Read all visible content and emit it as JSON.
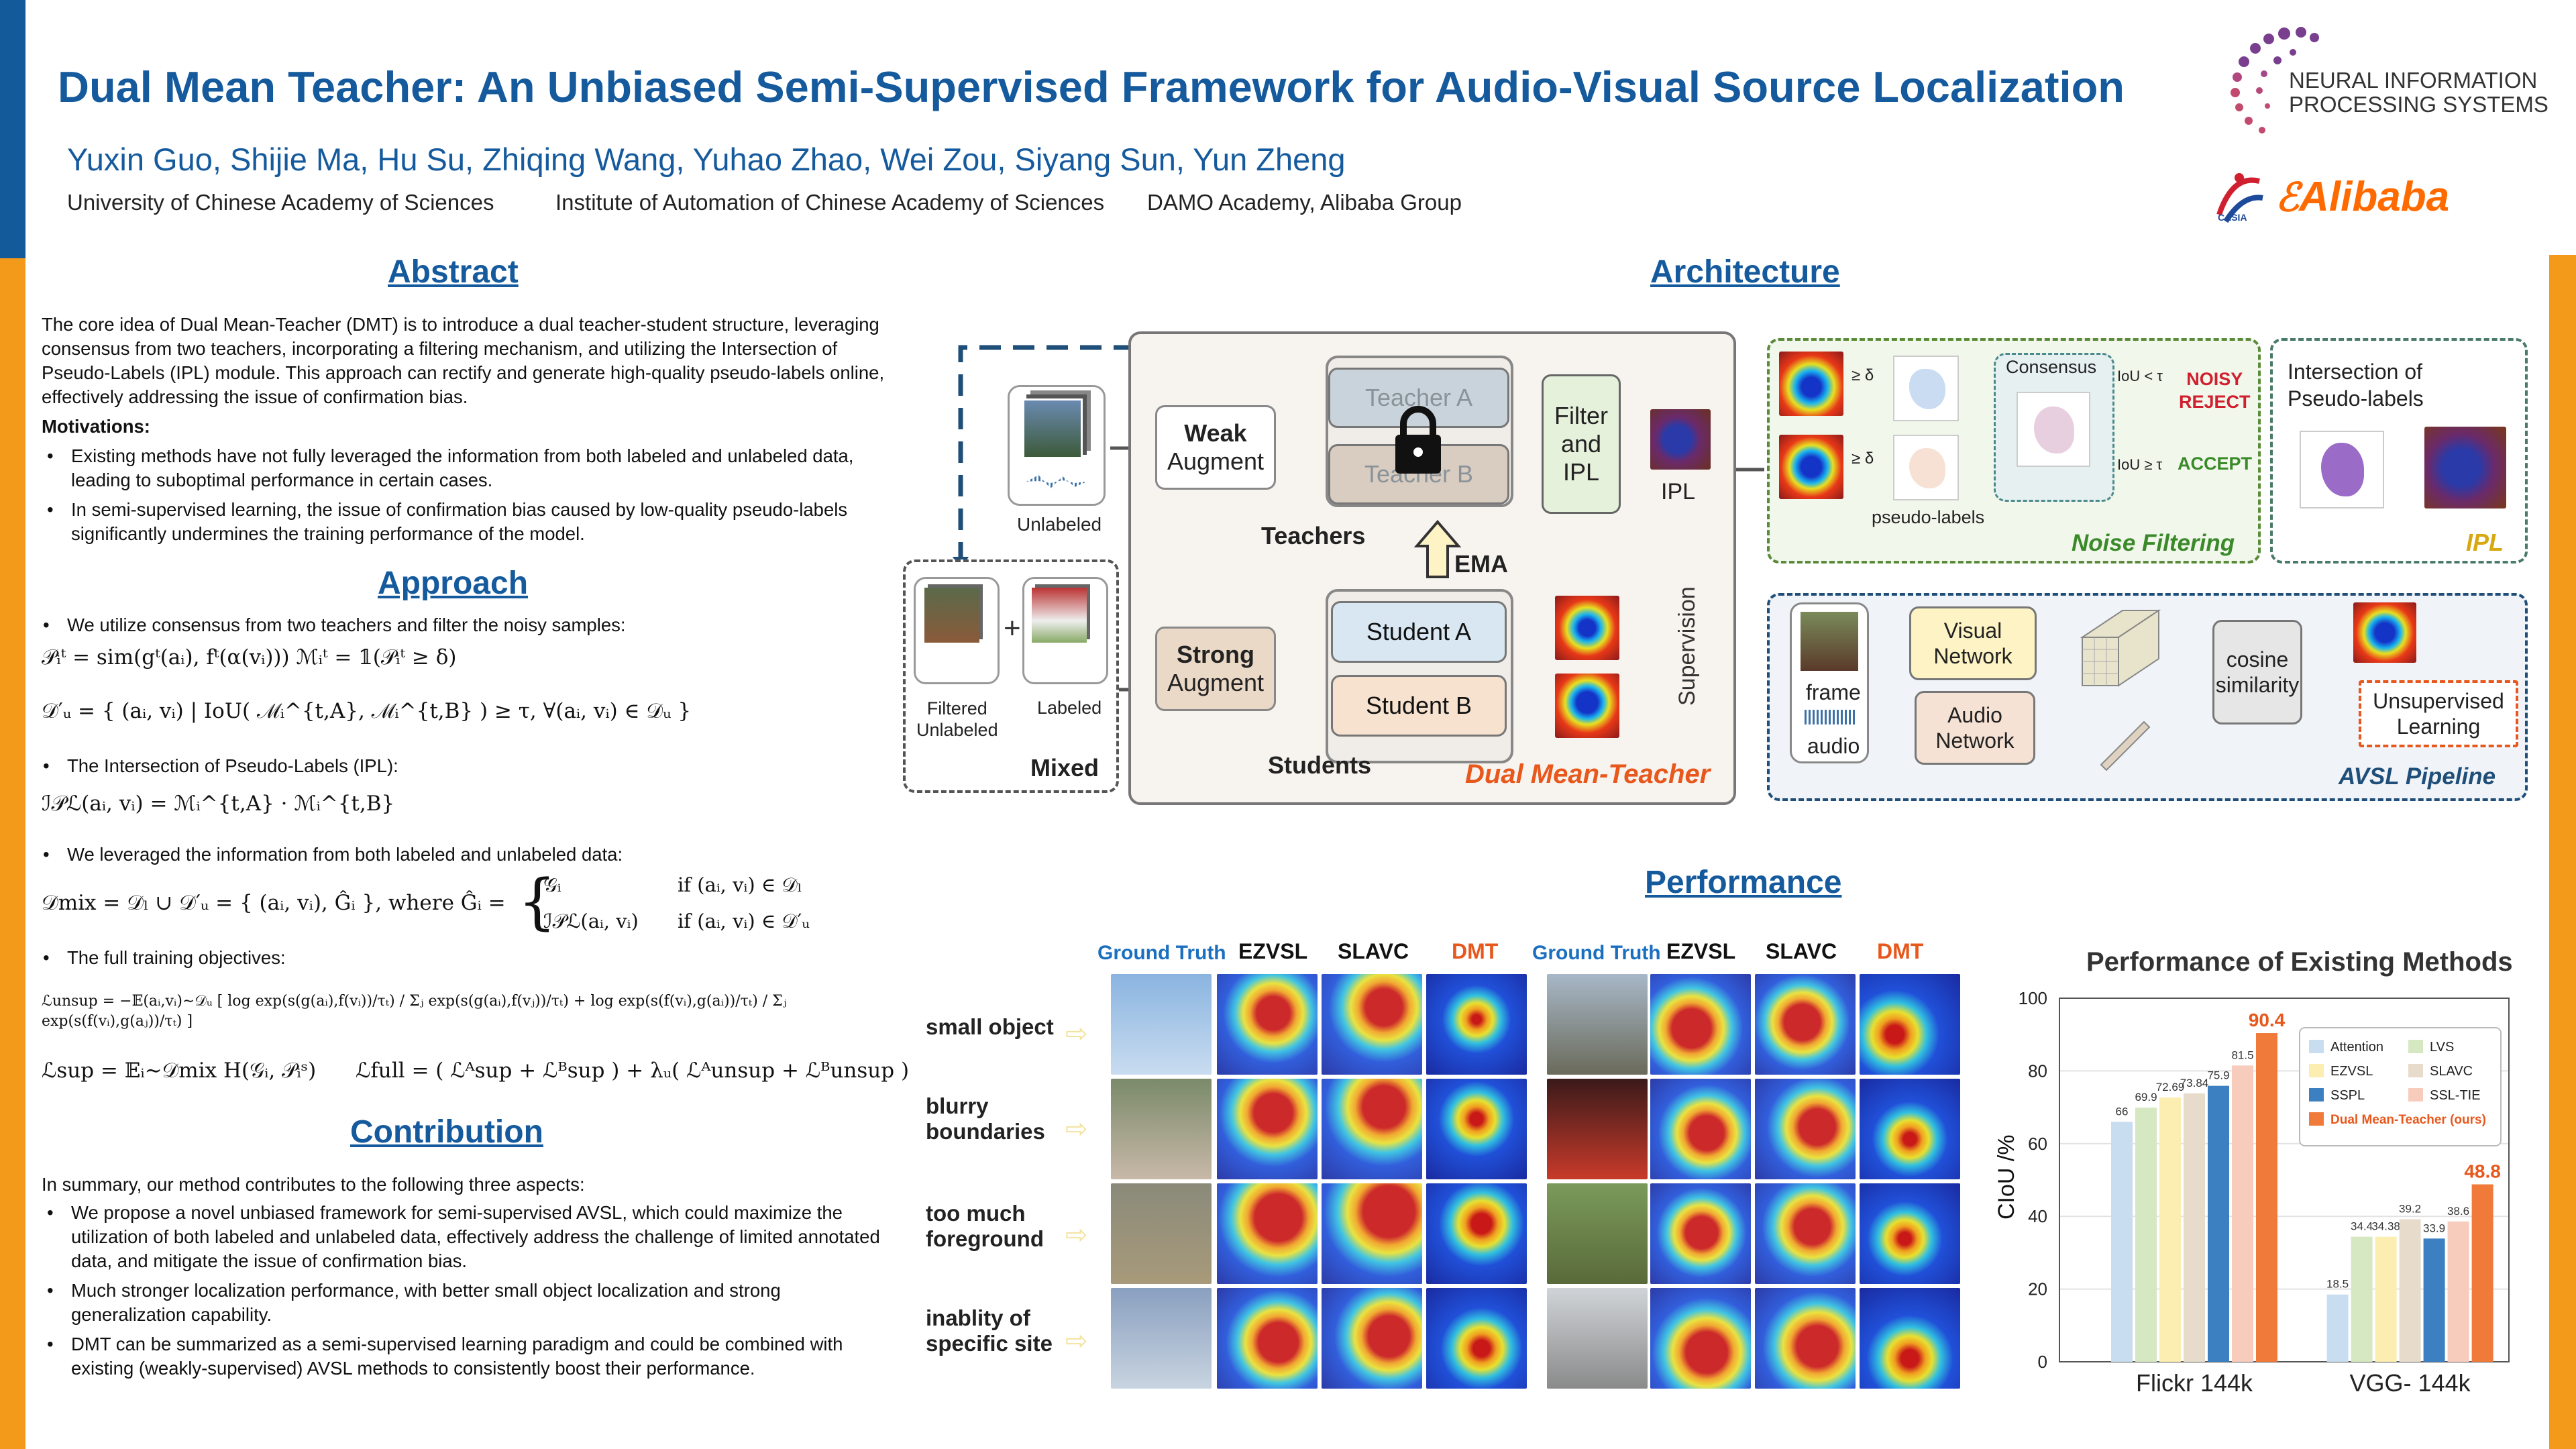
{
  "header": {
    "title": "Dual Mean Teacher: An Unbiased Semi-Supervised Framework for Audio-Visual Source Localization",
    "authors": "Yuxin Guo, Shijie Ma, Hu Su, Zhiqing Wang, Yuhao Zhao, Wei Zou, Siyang Sun, Yun Zheng",
    "affiliations": [
      "University of Chinese Academy of Sciences",
      "Institute of Automation of Chinese Academy of Sciences",
      "DAMO Academy, Alibaba Group"
    ],
    "logos": {
      "neurips_line1": "NEURAL INFORMATION",
      "neurips_line2": "PROCESSING SYSTEMS",
      "casia": "CASIA",
      "alibaba": "Alibaba"
    }
  },
  "abstract": {
    "heading": "Abstract",
    "text": "The core idea of Dual Mean-Teacher (DMT) is to introduce a dual teacher-student structure, leveraging consensus from two teachers, incorporating a filtering mechanism, and utilizing the Intersection of Pseudo-Labels (IPL) module. This approach can rectify and generate high-quality pseudo-labels online, effectively addressing the issue of confirmation bias.",
    "motivations_label": "Motivations:",
    "motivations": [
      "Existing methods have not fully leveraged the information from both labeled and unlabeled data, leading to suboptimal performance in certain cases.",
      "In semi-supervised learning, the issue of confirmation bias caused by low-quality pseudo-labels significantly undermines the training performance of the model."
    ]
  },
  "approach": {
    "heading": "Approach",
    "bullets": [
      "We utilize consensus from two teachers and filter the noisy samples:",
      "The Intersection of Pseudo-Labels (IPL):",
      "We leveraged the information from both labeled and unlabeled data:",
      "The full training objectives:"
    ],
    "eq1": "𝒫ᵢᵗ = sim(gᵗ(aᵢ), fᵗ(α(vᵢ)))     ℳᵢᵗ = 𝟙(𝒫ᵢᵗ ≥ δ)",
    "eq2": "𝒟′ᵤ = { (aᵢ, vᵢ) | IoU( ℳᵢ^{t,A}, ℳᵢ^{t,B} ) ≥ τ, ∀(aᵢ, vᵢ) ∈ 𝒟ᵤ }",
    "eq3": "ℐ𝒫ℒ(aᵢ, vᵢ) = ℳᵢ^{t,A} · ℳᵢ^{t,B}",
    "eq4a": "𝒟mix = 𝒟ₗ ∪ 𝒟′ᵤ = { (aᵢ, vᵢ), Ĝᵢ },  where Ĝᵢ =",
    "eq4b": "𝒢ᵢ",
    "eq4c": "if (aᵢ, vᵢ) ∈ 𝒟ₗ",
    "eq4d": "ℐ𝒫ℒ(aᵢ, vᵢ)",
    "eq4e": "if (aᵢ, vᵢ) ∈ 𝒟′ᵤ",
    "eq5": "ℒunsup = −𝔼(aᵢ,vᵢ)∼𝒟ᵤ [ log exp(s(g(aᵢ),f(vᵢ))/τₜ) / Σⱼ exp(s(g(aᵢ),f(vⱼ))/τₜ) + log exp(s(f(vᵢ),g(aᵢ))/τₜ) / Σⱼ exp(s(f(vᵢ),g(aⱼ))/τₜ) ]",
    "eq6": "ℒsup = 𝔼ᵢ∼𝒟mix H(𝒢ᵢ, 𝒫ᵢˢ)",
    "eq7": "ℒfull = ( ℒᴬsup + ℒᴮsup ) + λᵤ( ℒᴬunsup + ℒᴮunsup )"
  },
  "contribution": {
    "heading": "Contribution",
    "intro": "In summary, our method contributes to the following three aspects:",
    "items": [
      "We propose a novel unbiased framework for semi-supervised AVSL, which could maximize the utilization of both labeled and unlabeled data, effectively address the challenge of limited annotated data, and mitigate the issue of confirmation bias.",
      "Much stronger localization performance, with better small object localization and strong generalization capability.",
      "DMT can be summarized as a semi-supervised learning paradigm and could be combined with existing (weakly-supervised) AVSL methods to consistently boost their performance."
    ]
  },
  "architecture": {
    "heading": "Architecture",
    "unlabeled": "Unlabeled",
    "filtered": "Filtered",
    "unlabeled2": "Unlabeled",
    "labeled": "Labeled",
    "mixed": "Mixed",
    "weak": "Weak",
    "augment": "Augment",
    "strong": "Strong",
    "augment2": "Augment",
    "teacher_a": "Teacher A",
    "teacher_b": "Teacher B",
    "teachers": "Teachers",
    "ema": "EMA",
    "student_a": "Student A",
    "student_b": "Student B",
    "students": "Students",
    "filter": "Filter",
    "and": "and",
    "ipl_box": "IPL",
    "ipl": "IPL",
    "supervision": "Supervision",
    "dmt_label": "Dual Mean-Teacher",
    "delta1": "≥ δ",
    "delta2": "≥ δ",
    "consensus": "Consensus",
    "iou_lt": "IoU < τ",
    "iou_ge": "IoU ≥ τ",
    "noisy": "NOISY",
    "reject": "REJECT",
    "accept": "ACCEPT",
    "pseudo_labels": "pseudo-labels",
    "noise_filtering": "Noise Filtering",
    "intersection_line1": "Intersection of",
    "intersection_line2": "Pseudo-labels",
    "ipl_label": "IPL",
    "frame": "frame",
    "audio": "audio",
    "visual_network_1": "Visual",
    "visual_network_2": "Network",
    "audio_network_1": "Audio",
    "audio_network_2": "Network",
    "cosine_1": "cosine",
    "cosine_2": "similarity",
    "unsup_1": "Unsupervised",
    "unsup_2": "Learning",
    "avsl": "AVSL Pipeline"
  },
  "performance": {
    "heading": "Performance",
    "columns": [
      "Ground Truth",
      "EZVSL",
      "SLAVC",
      "DMT"
    ],
    "columns2": [
      "Ground Truth",
      "EZVSL",
      "SLAVC",
      "DMT"
    ],
    "rows": [
      [
        "small object"
      ],
      [
        "blurry",
        "boundaries"
      ],
      [
        "too much",
        "foreground"
      ],
      [
        "inablity of",
        "specific site"
      ]
    ]
  },
  "colors": {
    "brand_blue": "#155a9d",
    "accent_orange": "#f39a1a",
    "dmt_orange": "#e8571c"
  },
  "chart_data": {
    "type": "bar",
    "title": "Performance of Existing Methods",
    "ylabel": "CIoU /%",
    "xlabel": "",
    "ylim": [
      0,
      100
    ],
    "yticks": [
      "0",
      "20",
      "40",
      "60",
      "80",
      "100"
    ],
    "categories": [
      "Flickr 144k",
      "VGG- 144k"
    ],
    "series": [
      {
        "name": "Attention",
        "color": "#c9ddf0",
        "values": [
          66,
          18.5
        ]
      },
      {
        "name": "LVS",
        "color": "#d5e8c1",
        "values": [
          69.9,
          34.4
        ]
      },
      {
        "name": "EZVSL",
        "color": "#fbeeb0",
        "values": [
          72.69,
          34.38
        ]
      },
      {
        "name": "SLAVC",
        "color": "#e7dccb",
        "values": [
          73.84,
          39.2
        ]
      },
      {
        "name": "SSPL",
        "color": "#3d80c2",
        "values": [
          75.9,
          33.9
        ]
      },
      {
        "name": "SSL-TIE",
        "color": "#f8ccbc",
        "values": [
          81.5,
          38.6
        ]
      },
      {
        "name": "Dual Mean-Teacher (ours)",
        "color": "#f07a3a",
        "values": [
          90.4,
          48.8
        ]
      }
    ],
    "value_labels": [
      [
        "66",
        "69.9",
        "72.69",
        "73.84",
        "75.9",
        "81.5",
        "90.4"
      ],
      [
        "18.5",
        "34.4",
        "34.38",
        "39.2",
        "33.9",
        "38.6",
        "48.8"
      ]
    ],
    "legend_order": [
      [
        "Attention",
        "LVS"
      ],
      [
        "EZVSL",
        "SLAVC"
      ],
      [
        "SSPL",
        "SSL-TIE"
      ],
      [
        "Dual Mean-Teacher (ours)"
      ]
    ],
    "legend_position": "top-right"
  }
}
